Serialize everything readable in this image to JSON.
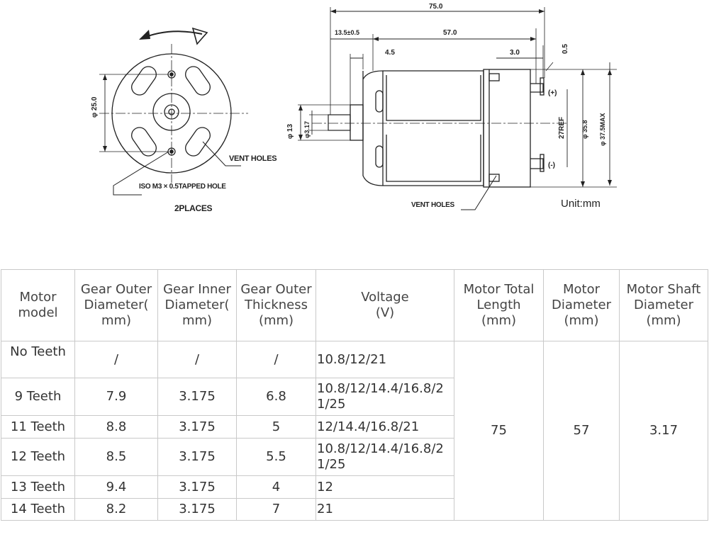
{
  "drawing": {
    "front_view": {
      "dim_diameter": "φ 25.0",
      "label_vent_holes": "VENT HOLES",
      "label_tapped_hole": "ISO M3 × 0.5TAPPED HOLE",
      "label_places": "2PLACES"
    },
    "side_view": {
      "dim_total_length": "75.0",
      "dim_body_length": "57.0",
      "dim_shaft_protrusion": "13.5±0.5",
      "dim_boss": "4.5",
      "dim_terminal": "3.0",
      "dim_terminal_thickness": "0.5",
      "dim_boss_diameter": "φ 13",
      "dim_shaft_diameter": "φ3.17",
      "dim_ref": "27REF",
      "dim_body_diameter": "φ 35.8",
      "dim_max_diameter": "φ 37.5MAX",
      "terminal_plus": "(+)",
      "terminal_minus": "(-)",
      "label_vent_holes": "VENT HOLES"
    },
    "unit": "Unit:mm"
  },
  "table": {
    "headers": {
      "model": "Motor model",
      "gear_od": "Gear Outer Diameter( mm)",
      "gear_id": "Gear Inner Diameter( mm)",
      "gear_thickness_a": "Gear Outer Thickness",
      "gear_thickness_b": "(mm)",
      "voltage_a": "Voltage",
      "voltage_b": "(V)",
      "total_length_a": "Motor Total Length",
      "total_length_b": "(mm)",
      "motor_diameter_a": "Motor Diameter",
      "motor_diameter_b": "(mm)",
      "shaft_diameter_a": "Motor Shaft Diameter",
      "shaft_diameter_b": "(mm)"
    },
    "rows": [
      {
        "model": "No Teeth",
        "gear_od": "/",
        "gear_id": "/",
        "thickness": "/",
        "voltage": "10.8/12/21"
      },
      {
        "model": "9 Teeth",
        "gear_od": "7.9",
        "gear_id": "3.175",
        "thickness": "6.8",
        "voltage": "10.8/12/14.4/16.8/21/25"
      },
      {
        "model": "11 Teeth",
        "gear_od": "8.8",
        "gear_id": "3.175",
        "thickness": "5",
        "voltage": "12/14.4/16.8/21"
      },
      {
        "model": "12 Teeth",
        "gear_od": "8.5",
        "gear_id": "3.175",
        "thickness": "5.5",
        "voltage": "10.8/12/14.4/16.8/21/25"
      },
      {
        "model": "13 Teeth",
        "gear_od": "9.4",
        "gear_id": "3.175",
        "thickness": "4",
        "voltage": "12"
      },
      {
        "model": "14 Teeth",
        "gear_od": "8.2",
        "gear_id": "3.175",
        "thickness": "7",
        "voltage": "21"
      }
    ],
    "shared": {
      "total_length": "75",
      "motor_diameter": "57",
      "shaft_diameter": "3.17"
    }
  }
}
